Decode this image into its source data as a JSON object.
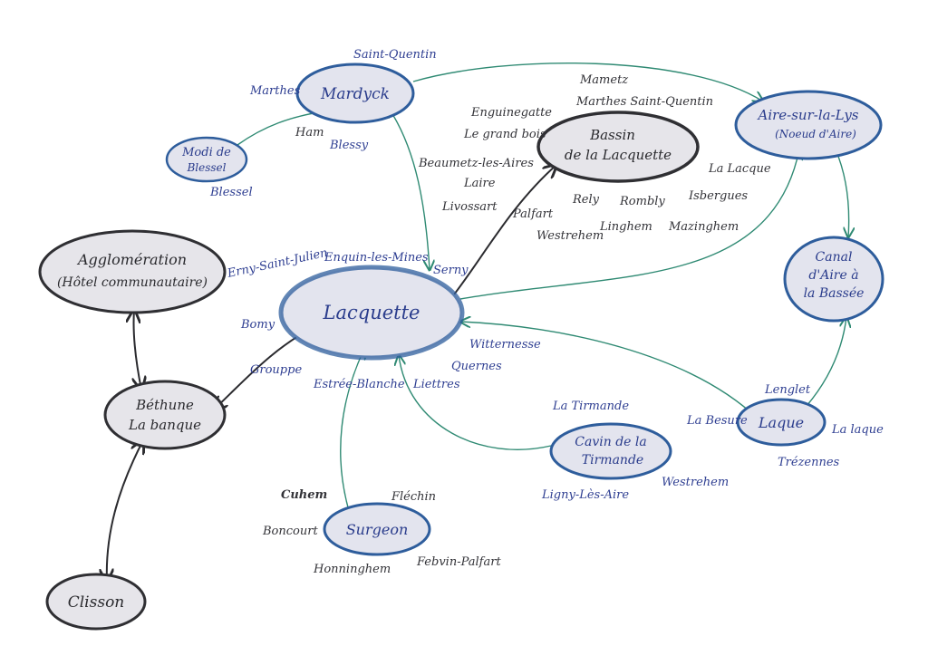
{
  "nodes": {
    "agglomeration": [
      "Agglomération",
      "(Hôtel communautaire)"
    ],
    "bethune": [
      "Béthune",
      "La banque"
    ],
    "clisson": [
      "Clisson"
    ],
    "mardyck": [
      "Mardyck"
    ],
    "modi": [
      "Modi de",
      "Blessel"
    ],
    "lacquette": [
      "Lacquette"
    ],
    "bassin": [
      "Bassin",
      "de la Lacquette"
    ],
    "aire": [
      "Aire-sur-la-Lys",
      "(Noeud d'Aire)"
    ],
    "canal": [
      "Canal",
      "d'Aire à",
      "la Bassée"
    ],
    "laque": [
      "Laque"
    ],
    "cavin": [
      "Cavin de la",
      "Tirmande"
    ],
    "surgeon": [
      "Surgeon"
    ]
  },
  "labels": {
    "saint_quentin_top": "Saint-Quentin",
    "marthes_left": "Marthes",
    "ham": "Ham",
    "blessy": "Blessy",
    "blessel": "Blessel",
    "mametz": "Mametz",
    "marthes_saint_quentin": "Marthes Saint-Quentin",
    "enguinegatte": "Enguinegatte",
    "le_grand_bois": "Le grand bois",
    "beaumetz": "Beaumetz-les-Aires",
    "laire": "Laire",
    "livossart": "Livossart",
    "palfart": "Palfart",
    "rely": "Rely",
    "rombly": "Rombly",
    "linghem": "Linghem",
    "mazinghem": "Mazinghem",
    "westrehem_top": "Westrehem",
    "la_lacque": "La Lacque",
    "isbergues": "Isbergues",
    "enquin": "Enquin-les-Mines",
    "serny": "Serny",
    "erny": "Erny-Saint-Julien",
    "bomy": "Bomy",
    "groupe": "Grouppe",
    "witternesse": "Witternesse",
    "quernes": "Quernes",
    "estree_blanche": "Estrée-Blanche",
    "liettres": "Liettres",
    "la_tirmande": "La Tirmande",
    "ligny": "Ligny-Lès-Aire",
    "westrehem_bottom": "Westrehem",
    "lenglet": "Lenglet",
    "la_besure": "La Besure",
    "la_laque_right": "La laque",
    "trezennes": "Trézennes",
    "cuhem": "Cuhem",
    "flechin": "Fléchin",
    "boncourt": "Boncourt",
    "febvin": "Febvin-Palfart",
    "honninghem": "Honninghem"
  },
  "colors": {
    "node_fill": "#e6e5ea",
    "dark_outline": "#2f2f33",
    "blue_outline": "#2e5d9c",
    "green_arrow": "#2f8a73",
    "blue_text": "#2f3f92"
  }
}
